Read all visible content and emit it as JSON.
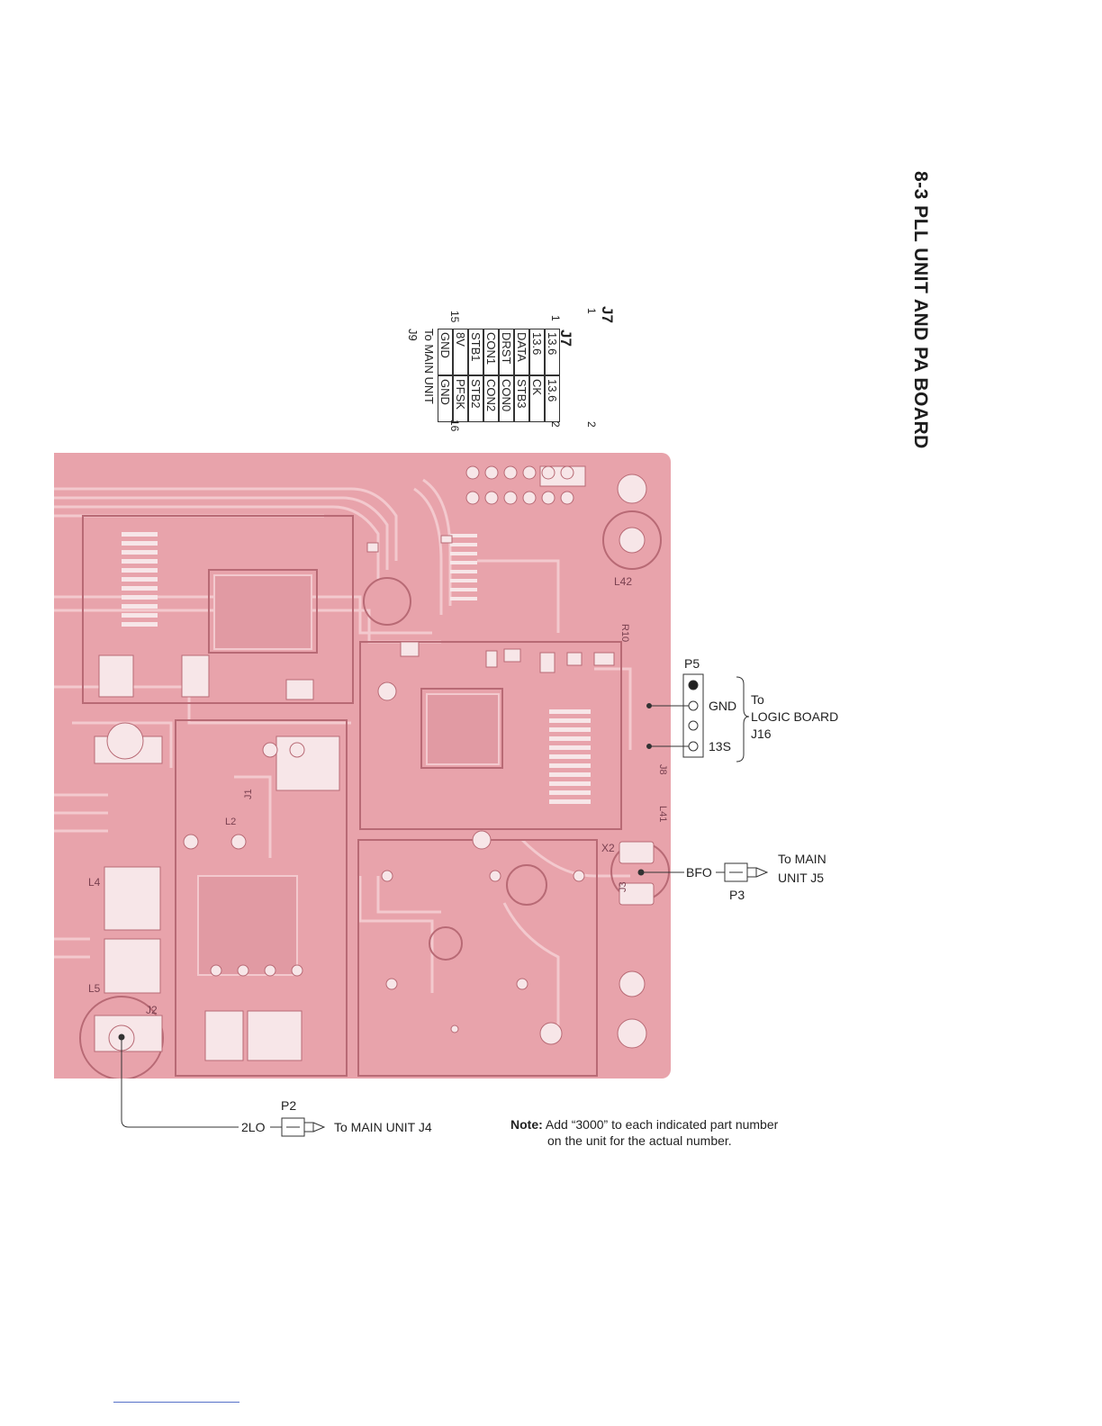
{
  "page": {
    "title": "8-3  PLL UNIT AND PA BOARD"
  },
  "j7": {
    "title": "J7",
    "pin_first": "1",
    "pin_second": "2",
    "pin_last_left": "15",
    "pin_last_right": "16",
    "rows": [
      [
        "13.6",
        "13.6"
      ],
      [
        "13.6",
        "CK"
      ],
      [
        "DATA",
        "STB3"
      ],
      [
        "DRST",
        "CON0"
      ],
      [
        "CON1",
        "CON2"
      ],
      [
        "STB1",
        "STB2"
      ],
      [
        "8V",
        "PFSK"
      ],
      [
        "GND",
        "GND"
      ]
    ],
    "to_line1": "To MAIN UNIT",
    "to_line2": "J9"
  },
  "p5": {
    "name": "P5",
    "gnd": "GND",
    "s13": "13S",
    "to_line1": "To",
    "to_line2": "LOGIC BOARD",
    "to_line3": "J16"
  },
  "p3": {
    "signal": "BFO",
    "name": "P3",
    "to_line1": "To MAIN",
    "to_line2": "UNIT J5"
  },
  "p2": {
    "name": "P2",
    "signal": "2LO",
    "to": "To MAIN UNIT J4"
  },
  "note": {
    "label": "Note:",
    "line1": "Add “3000” to each indicated part number",
    "line2": "on the unit for the actual number."
  },
  "board_labels": {
    "l42": "L42",
    "l41": "L41",
    "r10": "R10",
    "j8": "J8",
    "x2": "X2",
    "j3": "J3",
    "l4": "L4",
    "l5": "L5",
    "j2": "J2",
    "l2": "L2",
    "j1": "J1"
  },
  "colors": {
    "board": "#e8a3ab",
    "trace": "#f3c9ce",
    "silk": "#b86a75",
    "pad": "#f7e6e8"
  }
}
